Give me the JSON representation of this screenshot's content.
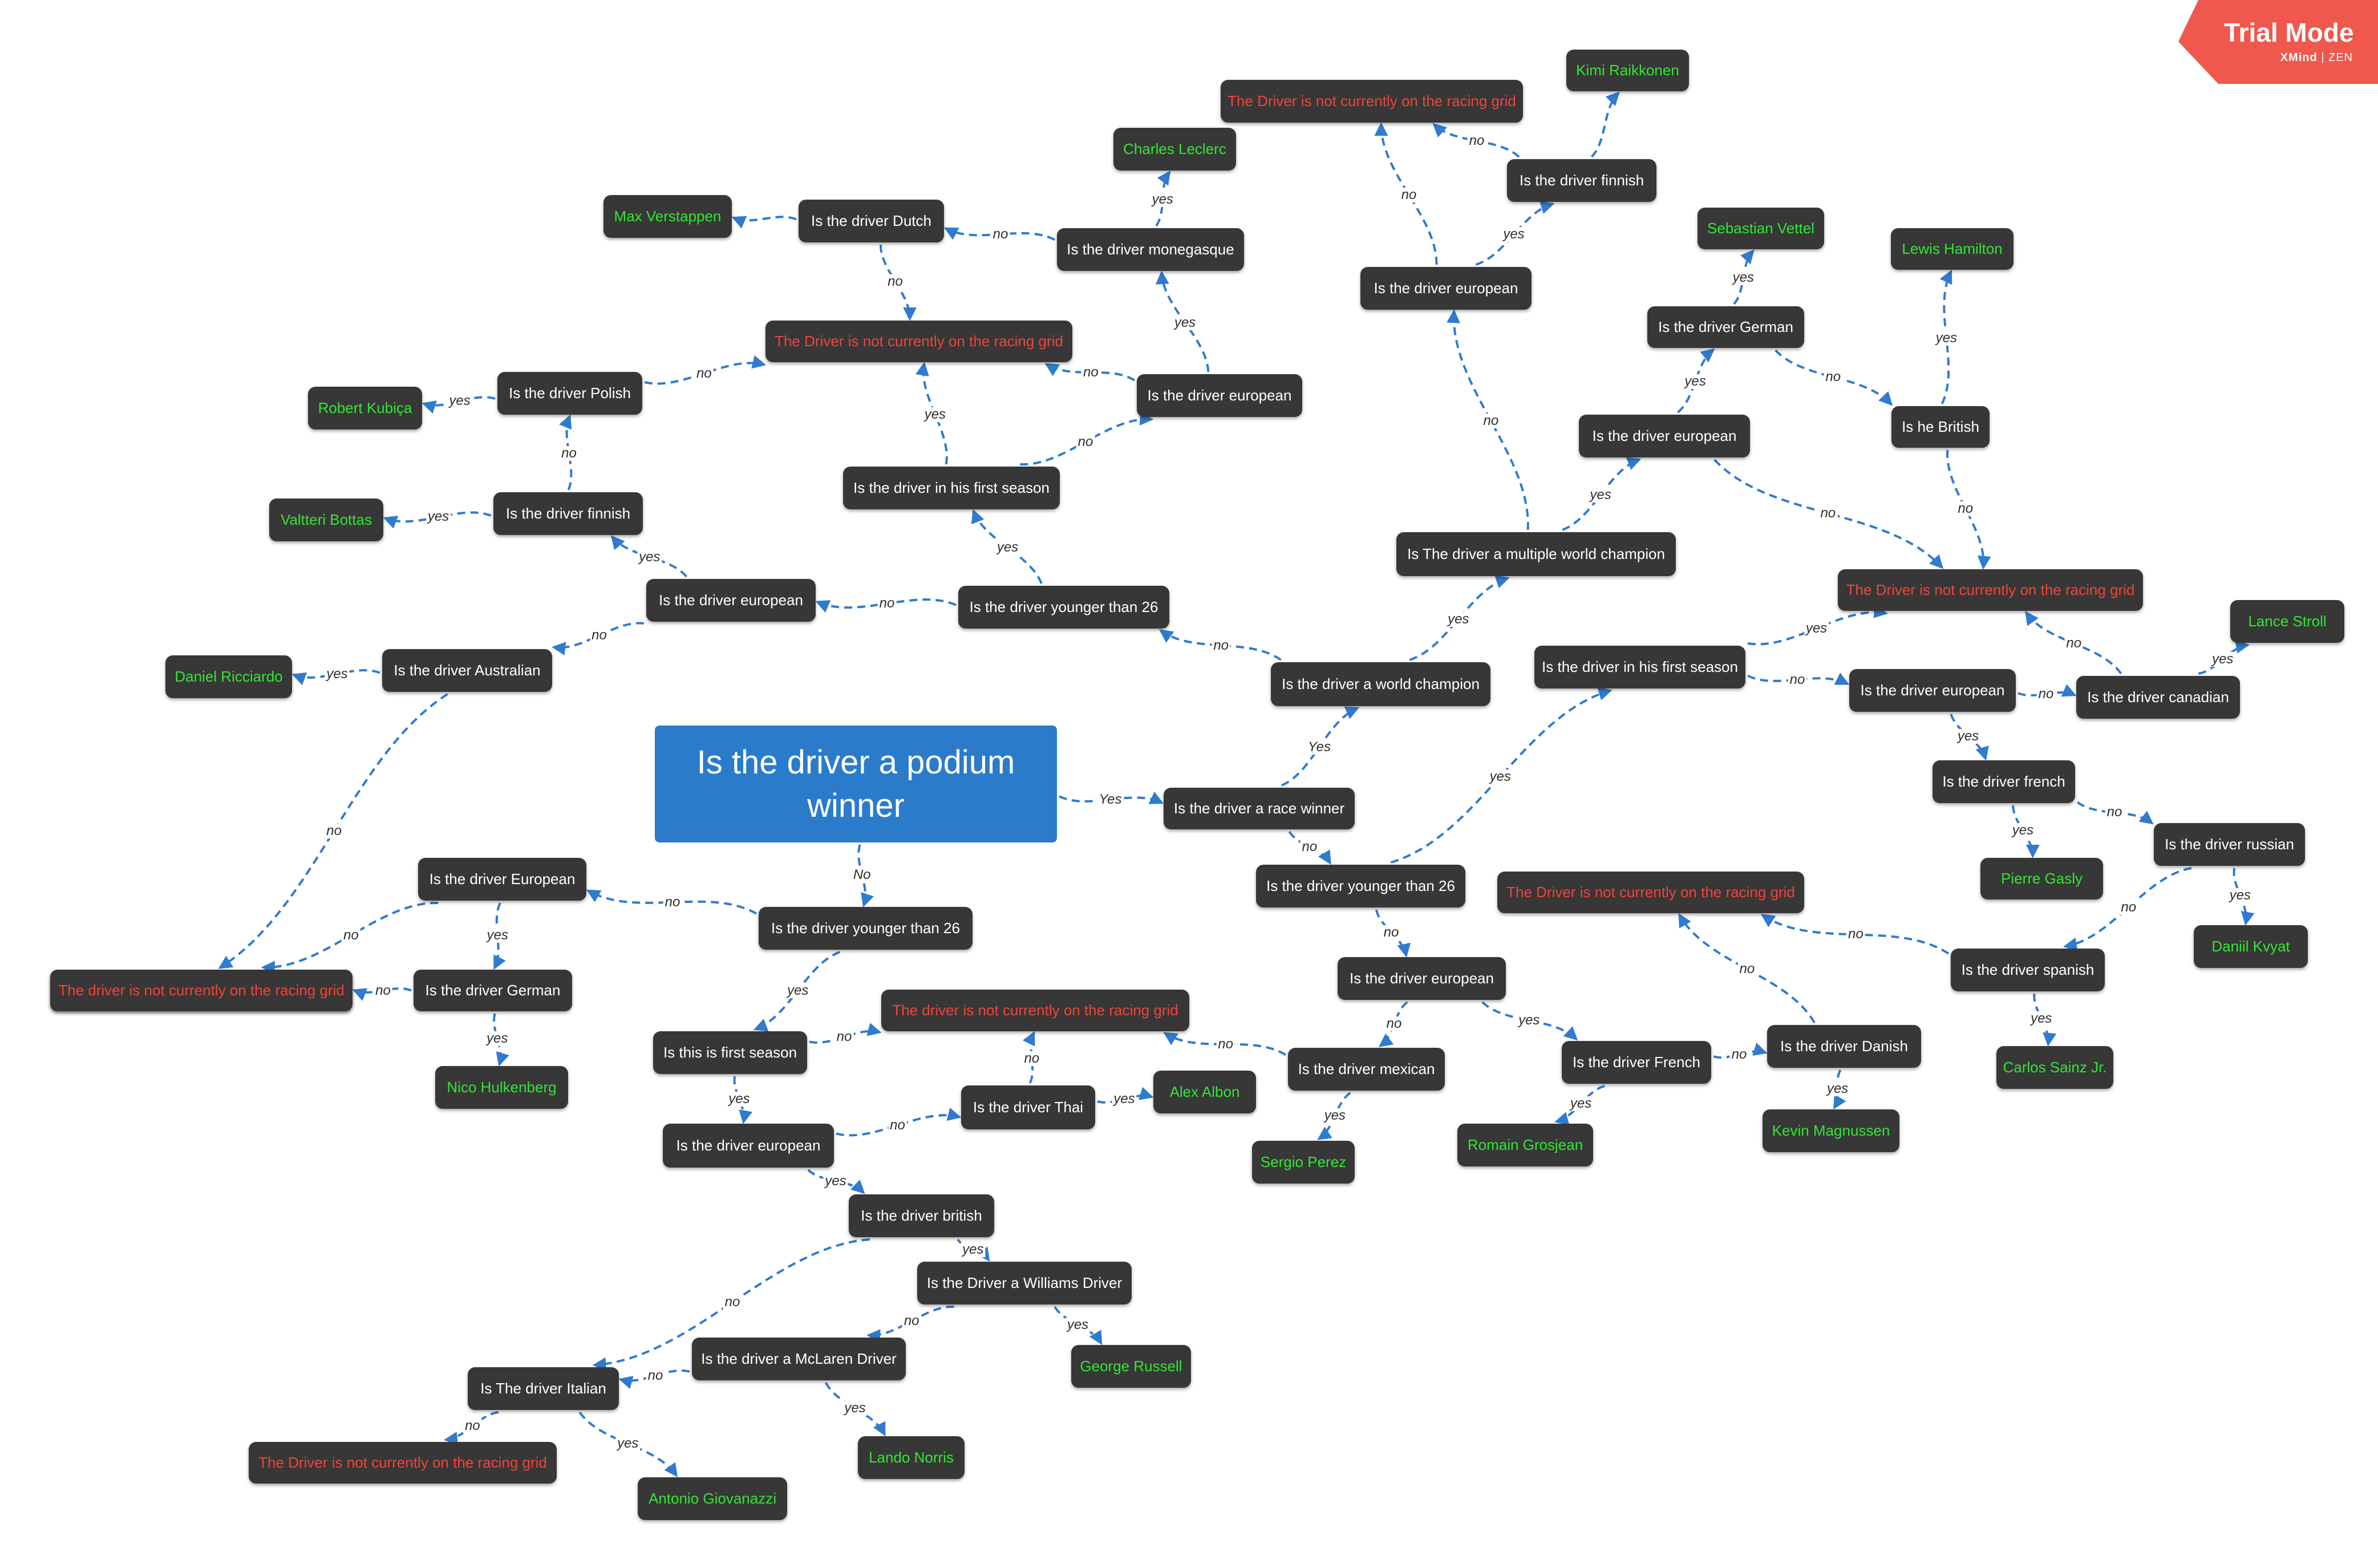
{
  "watermark": {
    "title": "Trial Mode",
    "brand": "XMind",
    "edition": "ZEN"
  },
  "colors": {
    "root": "#2b7bcb",
    "node": "#373737",
    "answer": "#33e633",
    "nogrid": "#f0443c",
    "edge": "#2f7bd0",
    "watermark": "#f0574d"
  },
  "nodes": [
    {
      "id": "root",
      "text": "Is the driver a podium winner",
      "kind": "root"
    },
    {
      "id": "race_winner",
      "text": "Is the driver a race winner",
      "kind": "question"
    },
    {
      "id": "world_champ",
      "text": "Is the driver a world champion",
      "kind": "question"
    },
    {
      "id": "multi_champ",
      "text": "Is The driver a multiple world champion",
      "kind": "question"
    },
    {
      "id": "eu_a",
      "text": "Is the driver european",
      "kind": "question"
    },
    {
      "id": "finnish_a",
      "text": "Is the driver finnish",
      "kind": "question"
    },
    {
      "id": "ng_top",
      "text": "The Driver is not currently on the racing grid",
      "kind": "nogrid"
    },
    {
      "id": "raikkonen",
      "text": "Kimi Raikkonen",
      "kind": "answer"
    },
    {
      "id": "eu_b",
      "text": "Is the driver european",
      "kind": "question"
    },
    {
      "id": "german_a",
      "text": "Is the driver German",
      "kind": "question"
    },
    {
      "id": "vettel",
      "text": "Sebastian Vettel",
      "kind": "answer"
    },
    {
      "id": "british_a",
      "text": "Is he British",
      "kind": "question"
    },
    {
      "id": "hamilton",
      "text": "Lewis Hamilton",
      "kind": "answer"
    },
    {
      "id": "ng_right",
      "text": "The Driver is not currently on the racing grid",
      "kind": "nogrid"
    },
    {
      "id": "younger_a",
      "text": "Is the driver younger than 26",
      "kind": "question"
    },
    {
      "id": "first_season_a",
      "text": "Is the driver in his first season",
      "kind": "question"
    },
    {
      "id": "eu_c",
      "text": "Is the driver european",
      "kind": "question"
    },
    {
      "id": "monegasque",
      "text": "Is the driver monegasque",
      "kind": "question"
    },
    {
      "id": "leclerc",
      "text": "Charles Leclerc",
      "kind": "answer"
    },
    {
      "id": "dutch",
      "text": "Is the driver Dutch",
      "kind": "question"
    },
    {
      "id": "verstappen",
      "text": "Max Verstappen",
      "kind": "answer"
    },
    {
      "id": "ng_mid",
      "text": "The Driver is not currently on the racing grid",
      "kind": "nogrid"
    },
    {
      "id": "eu_d",
      "text": "Is the driver european",
      "kind": "question"
    },
    {
      "id": "finnish_b",
      "text": "Is the driver finnish",
      "kind": "question"
    },
    {
      "id": "bottas",
      "text": "Valtteri Bottas",
      "kind": "answer"
    },
    {
      "id": "polish",
      "text": "Is the driver Polish",
      "kind": "question"
    },
    {
      "id": "kubica",
      "text": "Robert Kubiça",
      "kind": "answer"
    },
    {
      "id": "australian",
      "text": "Is the driver Australian",
      "kind": "question"
    },
    {
      "id": "ricciardo",
      "text": "Daniel Ricciardo",
      "kind": "answer"
    },
    {
      "id": "ng_left",
      "text": "The driver is not currently on the racing grid",
      "kind": "nogrid"
    },
    {
      "id": "younger_b",
      "text": "Is the driver younger than 26",
      "kind": "question"
    },
    {
      "id": "first_season_b",
      "text": "Is the driver in his first season",
      "kind": "question"
    },
    {
      "id": "eu_e",
      "text": "Is the driver european",
      "kind": "question"
    },
    {
      "id": "canadian",
      "text": "Is the driver canadian",
      "kind": "question"
    },
    {
      "id": "stroll",
      "text": "Lance Stroll",
      "kind": "answer"
    },
    {
      "id": "french_a",
      "text": "Is the driver french",
      "kind": "question"
    },
    {
      "id": "gasly",
      "text": "Pierre Gasly",
      "kind": "answer"
    },
    {
      "id": "russian",
      "text": "Is the driver russian",
      "kind": "question"
    },
    {
      "id": "kvyat",
      "text": "Daniil Kvyat",
      "kind": "answer"
    },
    {
      "id": "spanish",
      "text": "Is the driver spanish",
      "kind": "question"
    },
    {
      "id": "sainz",
      "text": "Carlos Sainz Jr.",
      "kind": "answer"
    },
    {
      "id": "ng_center",
      "text": "The Driver is not currently on the racing grid",
      "kind": "nogrid"
    },
    {
      "id": "eu_f",
      "text": "Is the driver european",
      "kind": "question"
    },
    {
      "id": "mexican",
      "text": "Is the driver mexican",
      "kind": "question"
    },
    {
      "id": "perez",
      "text": "Sergio Perez",
      "kind": "answer"
    },
    {
      "id": "french_b",
      "text": "Is the driver French",
      "kind": "question"
    },
    {
      "id": "grosjean",
      "text": "Romain Grosjean",
      "kind": "answer"
    },
    {
      "id": "danish",
      "text": "Is the driver Danish",
      "kind": "question"
    },
    {
      "id": "magnussen",
      "text": "Kevin Magnussen",
      "kind": "answer"
    },
    {
      "id": "younger_c",
      "text": "Is the driver younger than 26",
      "kind": "question"
    },
    {
      "id": "eu_g",
      "text": "Is the driver European",
      "kind": "question"
    },
    {
      "id": "german_b",
      "text": "Is the driver German",
      "kind": "question"
    },
    {
      "id": "hulkenberg",
      "text": "Nico Hulkenberg",
      "kind": "answer"
    },
    {
      "id": "ng_far_left",
      "text": "The driver is not currently on the racing grid",
      "kind": "nogrid"
    },
    {
      "id": "first_season_c",
      "text": "Is this is first season",
      "kind": "question"
    },
    {
      "id": "ng_lower",
      "text": "The driver is not currently on the racing grid",
      "kind": "nogrid"
    },
    {
      "id": "eu_h",
      "text": "Is the driver european",
      "kind": "question"
    },
    {
      "id": "thai",
      "text": "Is the driver Thai",
      "kind": "question"
    },
    {
      "id": "albon",
      "text": "Alex Albon",
      "kind": "answer"
    },
    {
      "id": "british_b",
      "text": "Is the driver british",
      "kind": "question"
    },
    {
      "id": "williams",
      "text": "Is the Driver a Williams Driver",
      "kind": "question"
    },
    {
      "id": "russell",
      "text": "George Russell",
      "kind": "answer"
    },
    {
      "id": "mclaren",
      "text": "Is the driver a McLaren Driver",
      "kind": "question"
    },
    {
      "id": "norris",
      "text": "Lando Norris",
      "kind": "answer"
    },
    {
      "id": "italian",
      "text": "Is The driver Italian",
      "kind": "question"
    },
    {
      "id": "giovanazzi",
      "text": "Antonio Giovanazzi",
      "kind": "answer"
    },
    {
      "id": "ng_bottom",
      "text": "The Driver is not currently on the racing grid",
      "kind": "nogrid"
    }
  ],
  "edges": [
    {
      "from": "root",
      "to": "race_winner",
      "label": "Yes"
    },
    {
      "from": "root",
      "to": "younger_c",
      "label": "No"
    },
    {
      "from": "race_winner",
      "to": "world_champ",
      "label": "Yes"
    },
    {
      "from": "race_winner",
      "to": "younger_b",
      "label": "no"
    },
    {
      "from": "world_champ",
      "to": "multi_champ",
      "label": "yes"
    },
    {
      "from": "world_champ",
      "to": "younger_a",
      "label": "no"
    },
    {
      "from": "multi_champ",
      "to": "eu_a",
      "label": "no"
    },
    {
      "from": "multi_champ",
      "to": "eu_b",
      "label": "yes"
    },
    {
      "from": "eu_a",
      "to": "finnish_a",
      "label": "yes"
    },
    {
      "from": "eu_a",
      "to": "ng_top",
      "label": "no"
    },
    {
      "from": "finnish_a",
      "to": "raikkonen",
      "label": ""
    },
    {
      "from": "finnish_a",
      "to": "ng_top",
      "label": "no"
    },
    {
      "from": "eu_b",
      "to": "german_a",
      "label": "yes"
    },
    {
      "from": "eu_b",
      "to": "ng_right",
      "label": "no"
    },
    {
      "from": "german_a",
      "to": "vettel",
      "label": "yes"
    },
    {
      "from": "german_a",
      "to": "british_a",
      "label": "no"
    },
    {
      "from": "british_a",
      "to": "hamilton",
      "label": "yes"
    },
    {
      "from": "british_a",
      "to": "ng_right",
      "label": "no"
    },
    {
      "from": "younger_a",
      "to": "first_season_a",
      "label": "yes"
    },
    {
      "from": "younger_a",
      "to": "eu_d",
      "label": "no"
    },
    {
      "from": "first_season_a",
      "to": "ng_mid",
      "label": "yes"
    },
    {
      "from": "first_season_a",
      "to": "eu_c",
      "label": "no"
    },
    {
      "from": "eu_c",
      "to": "monegasque",
      "label": "yes"
    },
    {
      "from": "eu_c",
      "to": "ng_mid",
      "label": "no"
    },
    {
      "from": "monegasque",
      "to": "leclerc",
      "label": "yes"
    },
    {
      "from": "monegasque",
      "to": "dutch",
      "label": "no"
    },
    {
      "from": "dutch",
      "to": "verstappen",
      "label": ""
    },
    {
      "from": "dutch",
      "to": "ng_mid",
      "label": "no"
    },
    {
      "from": "eu_d",
      "to": "finnish_b",
      "label": "yes"
    },
    {
      "from": "eu_d",
      "to": "australian",
      "label": "no"
    },
    {
      "from": "finnish_b",
      "to": "bottas",
      "label": "yes"
    },
    {
      "from": "finnish_b",
      "to": "polish",
      "label": "no"
    },
    {
      "from": "polish",
      "to": "kubica",
      "label": "yes"
    },
    {
      "from": "polish",
      "to": "ng_mid",
      "label": "no"
    },
    {
      "from": "australian",
      "to": "ricciardo",
      "label": "yes"
    },
    {
      "from": "australian",
      "to": "ng_left",
      "label": "no"
    },
    {
      "from": "younger_b",
      "to": "first_season_b",
      "label": "yes"
    },
    {
      "from": "younger_b",
      "to": "eu_f",
      "label": "no"
    },
    {
      "from": "first_season_b",
      "to": "ng_right",
      "label": "yes"
    },
    {
      "from": "first_season_b",
      "to": "eu_e",
      "label": "no"
    },
    {
      "from": "eu_e",
      "to": "canadian",
      "label": "no"
    },
    {
      "from": "eu_e",
      "to": "french_a",
      "label": "yes"
    },
    {
      "from": "canadian",
      "to": "stroll",
      "label": "yes"
    },
    {
      "from": "canadian",
      "to": "ng_right",
      "label": "no"
    },
    {
      "from": "french_a",
      "to": "gasly",
      "label": "yes"
    },
    {
      "from": "french_a",
      "to": "russian",
      "label": "no"
    },
    {
      "from": "russian",
      "to": "kvyat",
      "label": "yes"
    },
    {
      "from": "russian",
      "to": "spanish",
      "label": "no"
    },
    {
      "from": "spanish",
      "to": "sainz",
      "label": "yes"
    },
    {
      "from": "spanish",
      "to": "ng_center",
      "label": "no"
    },
    {
      "from": "eu_f",
      "to": "mexican",
      "label": "no"
    },
    {
      "from": "eu_f",
      "to": "french_b",
      "label": "yes"
    },
    {
      "from": "mexican",
      "to": "perez",
      "label": "yes"
    },
    {
      "from": "mexican",
      "to": "ng_lower",
      "label": "no"
    },
    {
      "from": "french_b",
      "to": "grosjean",
      "label": "yes"
    },
    {
      "from": "french_b",
      "to": "danish",
      "label": "no"
    },
    {
      "from": "danish",
      "to": "magnussen",
      "label": "yes"
    },
    {
      "from": "danish",
      "to": "ng_center",
      "label": "no"
    },
    {
      "from": "younger_c",
      "to": "eu_g",
      "label": "no"
    },
    {
      "from": "younger_c",
      "to": "first_season_c",
      "label": "yes"
    },
    {
      "from": "eu_g",
      "to": "german_b",
      "label": "yes"
    },
    {
      "from": "eu_g",
      "to": "ng_left",
      "label": "no"
    },
    {
      "from": "german_b",
      "to": "hulkenberg",
      "label": "yes"
    },
    {
      "from": "german_b",
      "to": "ng_far_left",
      "label": "no"
    },
    {
      "from": "first_season_c",
      "to": "ng_lower",
      "label": "no"
    },
    {
      "from": "first_season_c",
      "to": "eu_h",
      "label": "yes"
    },
    {
      "from": "eu_h",
      "to": "thai",
      "label": "no"
    },
    {
      "from": "eu_h",
      "to": "british_b",
      "label": "yes"
    },
    {
      "from": "thai",
      "to": "albon",
      "label": "yes"
    },
    {
      "from": "thai",
      "to": "ng_lower",
      "label": "no"
    },
    {
      "from": "british_b",
      "to": "williams",
      "label": "yes"
    },
    {
      "from": "british_b",
      "to": "italian",
      "label": "no"
    },
    {
      "from": "williams",
      "to": "russell",
      "label": "yes"
    },
    {
      "from": "williams",
      "to": "mclaren",
      "label": "no"
    },
    {
      "from": "mclaren",
      "to": "norris",
      "label": "yes"
    },
    {
      "from": "mclaren",
      "to": "italian",
      "label": "no"
    },
    {
      "from": "italian",
      "to": "giovanazzi",
      "label": "yes"
    },
    {
      "from": "italian",
      "to": "ng_bottom",
      "label": "no"
    }
  ]
}
